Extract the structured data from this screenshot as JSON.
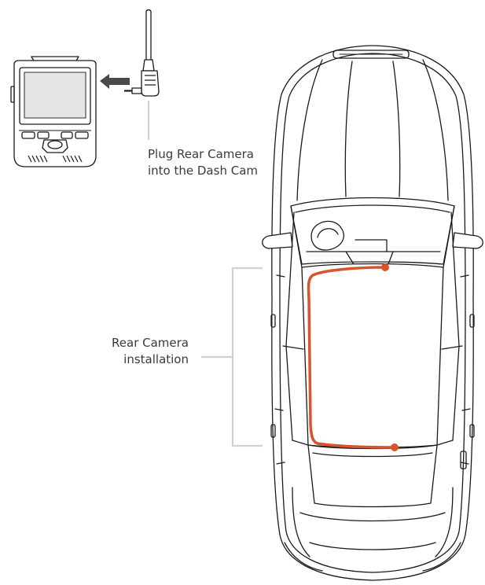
{
  "plug_label": {
    "line1": "Plug Rear Camera",
    "line2": "into the Dash Cam"
  },
  "install_label": {
    "line1": "Rear Camera",
    "line2": "installation"
  },
  "colors": {
    "outline": "#1a1a1a",
    "cable": "#d9532c",
    "leader": "#c8d4da",
    "arrow": "#4a4a4a",
    "text": "#3a3a3a"
  },
  "icons": [
    "dash-cam-icon",
    "rear-camera-plug-icon",
    "arrow-left-icon",
    "car-top-view-icon",
    "cable-route-icon"
  ]
}
